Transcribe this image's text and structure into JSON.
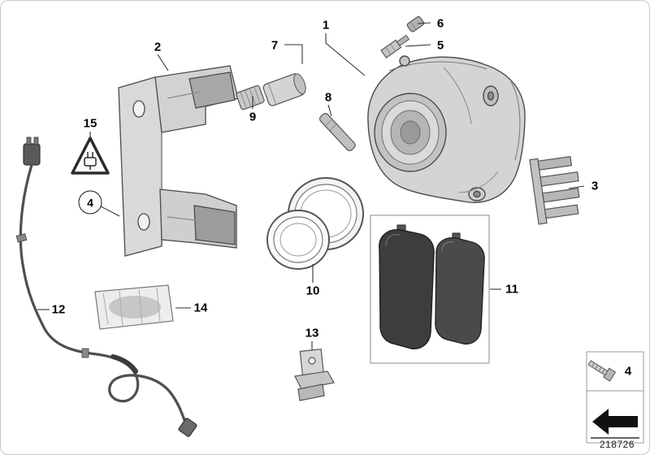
{
  "diagram": {
    "number": "218726",
    "callouts": [
      "1",
      "2",
      "3",
      "4",
      "5",
      "6",
      "7",
      "8",
      "9",
      "10",
      "11",
      "12",
      "13",
      "14",
      "15"
    ],
    "circled_callout": "4",
    "fastener_box_label": "4",
    "colors": {
      "line": "#3f3f3f",
      "metal_light": "#d6d6d6",
      "metal_mid": "#bdbdbd",
      "metal_dark": "#9c9c9c",
      "pad_dark": "#3d3d3d"
    },
    "icons": [
      "warning-triangle-icon",
      "connector-plug-icon",
      "screw-icon",
      "direction-arrow-icon"
    ]
  }
}
